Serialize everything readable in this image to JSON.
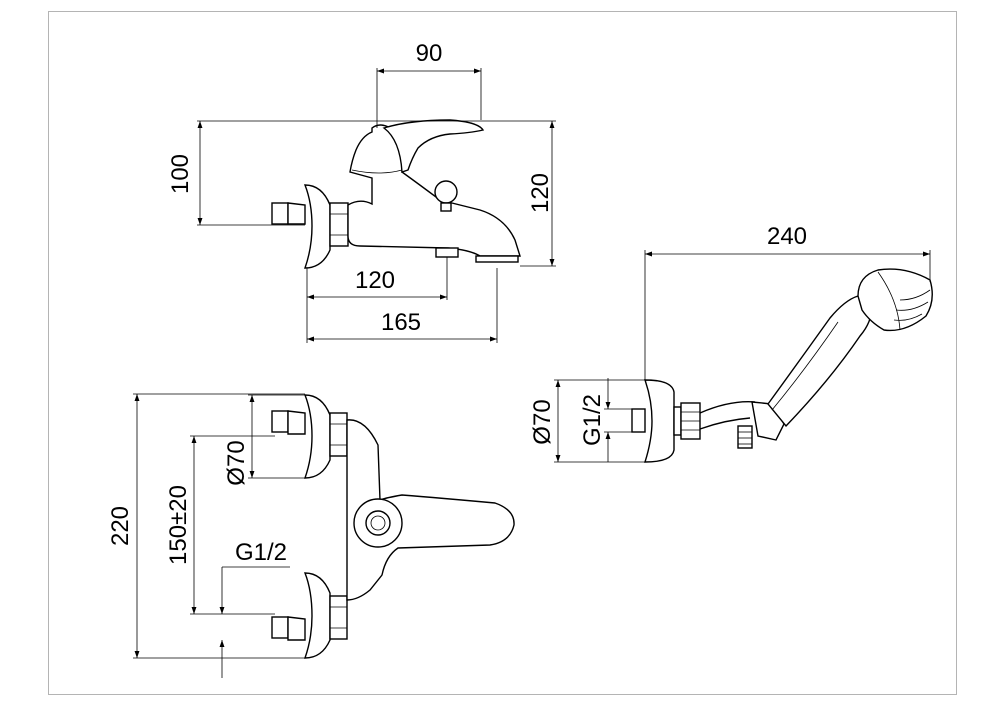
{
  "dimensions": {
    "top_width": "90",
    "height_left": "100",
    "height_right": "120",
    "spout_120": "120",
    "spout_165": "165",
    "hand_shower_length": "240",
    "front_height": "220",
    "inlet_spacing": "150±20",
    "flange_diameter_front": "Ø70",
    "thread_front": "G1/2",
    "flange_diameter_side": "Ø70",
    "thread_side": "G1/2"
  }
}
